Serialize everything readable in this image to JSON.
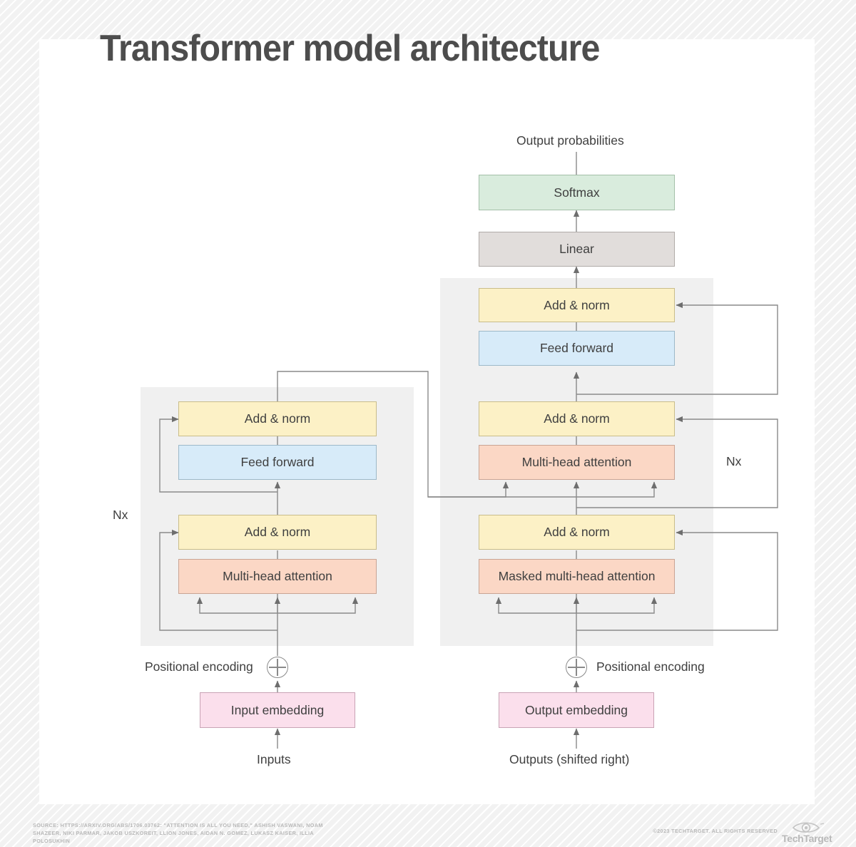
{
  "page": {
    "title": "Transformer model architecture",
    "background": "#f2f2f2",
    "card_background": "#ffffff"
  },
  "colors": {
    "add_norm": "#fcf1c6",
    "feed_forward": "#d7ebf9",
    "attention": "#fbd7c5",
    "embedding": "#fbdfec",
    "softmax": "#d9ecdd",
    "linear": "#e1dddb",
    "stack_panel": "#f0f0f0",
    "wire": "#8a8a8a",
    "text": "#3f3f3f",
    "title_text": "#4d4d4d",
    "footer_text": "#b9b9b9"
  },
  "diagram": {
    "top_label": "Output probabilities",
    "encoder": {
      "repeat_label": "Nx",
      "blocks": [
        {
          "label": "Add & norm",
          "style": "add_norm"
        },
        {
          "label": "Feed forward",
          "style": "feed_forward"
        },
        {
          "label": "Add & norm",
          "style": "add_norm"
        },
        {
          "label": "Multi-head attention",
          "style": "attention"
        }
      ],
      "positional_encoding_label": "Positional encoding",
      "positional_encoding_icon": "circled-plus-icon",
      "embedding_label": "Input embedding",
      "input_label": "Inputs"
    },
    "decoder": {
      "repeat_label": "Nx",
      "head_blocks": [
        {
          "label": "Softmax",
          "style": "softmax"
        },
        {
          "label": "Linear",
          "style": "linear"
        }
      ],
      "blocks": [
        {
          "label": "Add & norm",
          "style": "add_norm"
        },
        {
          "label": "Feed forward",
          "style": "feed_forward"
        },
        {
          "label": "Add & norm",
          "style": "add_norm"
        },
        {
          "label": "Multi-head attention",
          "style": "attention"
        },
        {
          "label": "Add & norm",
          "style": "add_norm"
        },
        {
          "label": "Masked multi-head attention",
          "style": "attention"
        }
      ],
      "positional_encoding_label": "Positional encoding",
      "positional_encoding_icon": "circled-plus-icon",
      "embedding_label": "Output embedding",
      "input_label": "Outputs (shifted right)"
    }
  },
  "footer": {
    "source": "SOURCE: HTTPS://ARXIV.ORG/ABS/1706.03762: \"ATTENTION IS ALL YOU NEED,\" ASHISH VASWANI, NOAM SHAZEER, NIKI PARMAR, JAKOB USZKOREIT, LLION JONES, AIDAN N. GOMEZ, LUKASZ KAISER, ILLIA POLOSUKHIN",
    "copyright": "©2023 TECHTARGET. ALL RIGHTS RESERVED",
    "brand": "TechTarget",
    "brand_icon": "eye-logo-icon"
  }
}
